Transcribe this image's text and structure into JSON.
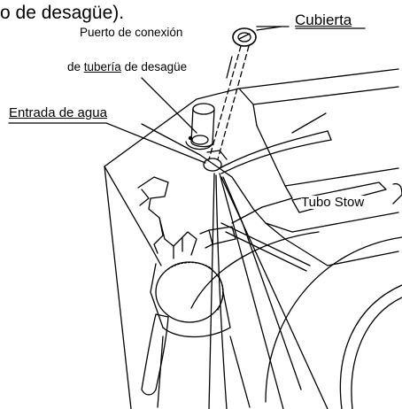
{
  "labels": {
    "heading_fragment": "o de desagüe).",
    "cover": "Cubierta",
    "drain_port_line1": "Puerto de conexión",
    "drain_port_line2_prefix": "de ",
    "drain_port_line2_underlined": "tubería",
    "drain_port_line2_suffix": " de desagüe",
    "water_inlet": "Entrada de agua",
    "stow_tube": "Tubo Stow"
  },
  "colors": {
    "line": "#000000",
    "background": "#ffffff"
  }
}
